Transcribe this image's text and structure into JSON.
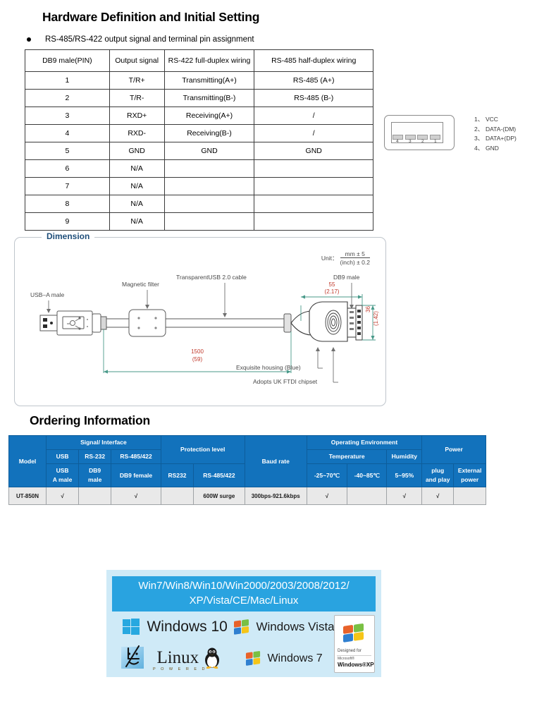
{
  "page": {
    "title_hardware": "Hardware Definition and Initial Setting",
    "title_ordering": "Ordering Information",
    "bullet_text": "RS-485/RS-422 output signal and terminal pin assignment"
  },
  "pin_table": {
    "headers": [
      "DB9 male(PIN)",
      "Output signal",
      "RS-422 full-duplex wiring",
      "RS-485 half-duplex wiring"
    ],
    "rows": [
      [
        "1",
        "T/R+",
        "Transmitting(A+)",
        "RS-485 (A+)"
      ],
      [
        "2",
        "T/R-",
        "Transmitting(B-)",
        "RS-485 (B-)"
      ],
      [
        "3",
        "RXD+",
        "Receiving(A+)",
        "/"
      ],
      [
        "4",
        "RXD-",
        "Receiving(B-)",
        "/"
      ],
      [
        "5",
        "GND",
        "GND",
        "GND"
      ],
      [
        "6",
        "N/A",
        "",
        ""
      ],
      [
        "7",
        "N/A",
        "",
        ""
      ],
      [
        "8",
        "N/A",
        "",
        ""
      ],
      [
        "9",
        "N/A",
        "",
        ""
      ]
    ]
  },
  "usb_pinout": {
    "contact_numbers": [
      "4",
      "3",
      "2",
      "1"
    ],
    "legend": [
      {
        "num": "1、",
        "label": "VCC"
      },
      {
        "num": "2、",
        "label": "DATA-(DM)"
      },
      {
        "num": "3、",
        "label": "DATA+(DP)"
      },
      {
        "num": "4、",
        "label": "GND"
      }
    ]
  },
  "dimension": {
    "legend": "Dimension",
    "unit_prefix": "Unit：",
    "unit_numerator": "mm ± 5",
    "unit_denominator": "(inch) ± 0.2",
    "labels": {
      "usb_a_male": "USB–A male",
      "magnetic_filter": "Magnetic filter",
      "cable": "TransparentUSB 2.0 cable",
      "db9_male": "DB9 male",
      "housing": "Exquisite housing (Blue)",
      "chipset": "Adopts UK FTDI chipset"
    },
    "measurements": {
      "length_mm": "1500",
      "length_inch": "(59)",
      "housing_mm": "55",
      "housing_inch": "(2.17)",
      "height_mm": "36",
      "height_inch": "(1.42)"
    }
  },
  "ordering_table": {
    "group_headers": {
      "model": "Model",
      "signal_interface": "Signal/ Interface",
      "protection_level": "Protection level",
      "baud_rate": "Baud rate",
      "operating_environment": "Operating Environment",
      "power": "Power"
    },
    "sub_headers": {
      "usb": "USB",
      "rs232": "RS-232",
      "rs485_422": "RS-485/422",
      "temperature": "Temperature",
      "humidity": "Humidity"
    },
    "leaf_headers": {
      "usb_a_male": "USB\nA male",
      "db9_male": "DB9\nmale",
      "db9_female": "DB9 female",
      "rs232": "RS232",
      "rs485_422": "RS-485/422",
      "temp_operating": "-25~70℃",
      "temp_storage": "-40~85℃",
      "humidity_range": "5~95%",
      "plug_and_play": "plug\nand play",
      "external_power": "External\npower"
    },
    "rows": [
      {
        "model": "UT-850N",
        "usb_a_male": "√",
        "db9_male": "",
        "db9_female": "√",
        "rs232": "",
        "rs485_422": "600W surge",
        "baud_rate": "300bps-921.6kbps",
        "temp_operating": "√",
        "temp_storage": "",
        "humidity_range": "√",
        "plug_and_play": "√",
        "external_power": ""
      }
    ]
  },
  "os_support": {
    "banner_line1": "Win7/Win8/Win10/Win2000/2003/2008/2012/",
    "banner_line2": "XP/Vista/CE/Mac/Linux",
    "logos": {
      "windows10": "Windows 10",
      "windows_vista": "Windows Vista",
      "linux": "Linux",
      "linux_powered": "P O W E R E D",
      "windows7": "Windows 7",
      "xp_designed_for": "Designed for",
      "xp_microsoft": "Microsoft®",
      "xp_windows_xp": "Windows®XP"
    }
  },
  "colors": {
    "table_header_blue": "#1272bc",
    "banner_blue": "#29a3e0",
    "banner_bg": "#cfeaf7",
    "dimension_legend": "#1f4e79",
    "measure_red": "#c0392b",
    "measure_line_teal": "#4a9a8a"
  }
}
